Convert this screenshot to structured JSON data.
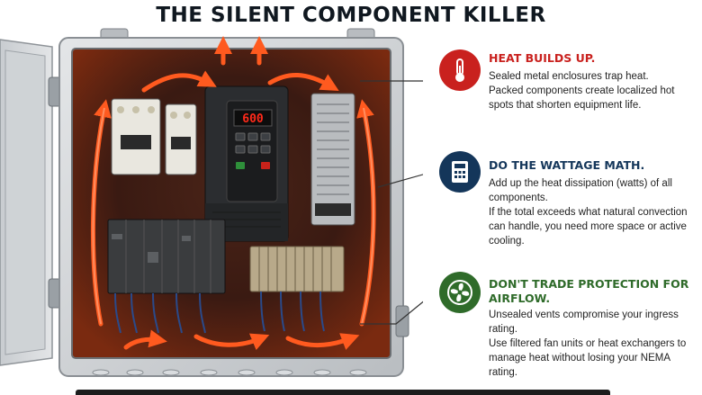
{
  "title": "THE SILENT COMPONENT KILLER",
  "scene": {
    "vfd_display": "600"
  },
  "callouts": [
    {
      "heading": "HEAT BUILDS UP.",
      "lines": [
        "Sealed metal enclosures trap heat.",
        "Packed components create localized hot spots that shorten equipment life."
      ],
      "icon": "thermometer-icon",
      "color": "#c9211e"
    },
    {
      "heading": "DO THE WATTAGE MATH.",
      "lines": [
        "Add up the heat dissipation (watts) of all components.",
        "If the total exceeds what natural convection can handle, you need more space or active cooling."
      ],
      "icon": "calculator-icon",
      "color": "#14365a"
    },
    {
      "heading": "DON'T TRADE PROTECTION FOR AIRFLOW.",
      "lines": [
        "Unsealed vents compromise your ingress rating.",
        "Use filtered fan units or heat exchangers to manage heat without losing your NEMA rating."
      ],
      "icon": "fan-icon",
      "color": "#2f6b2a"
    }
  ]
}
